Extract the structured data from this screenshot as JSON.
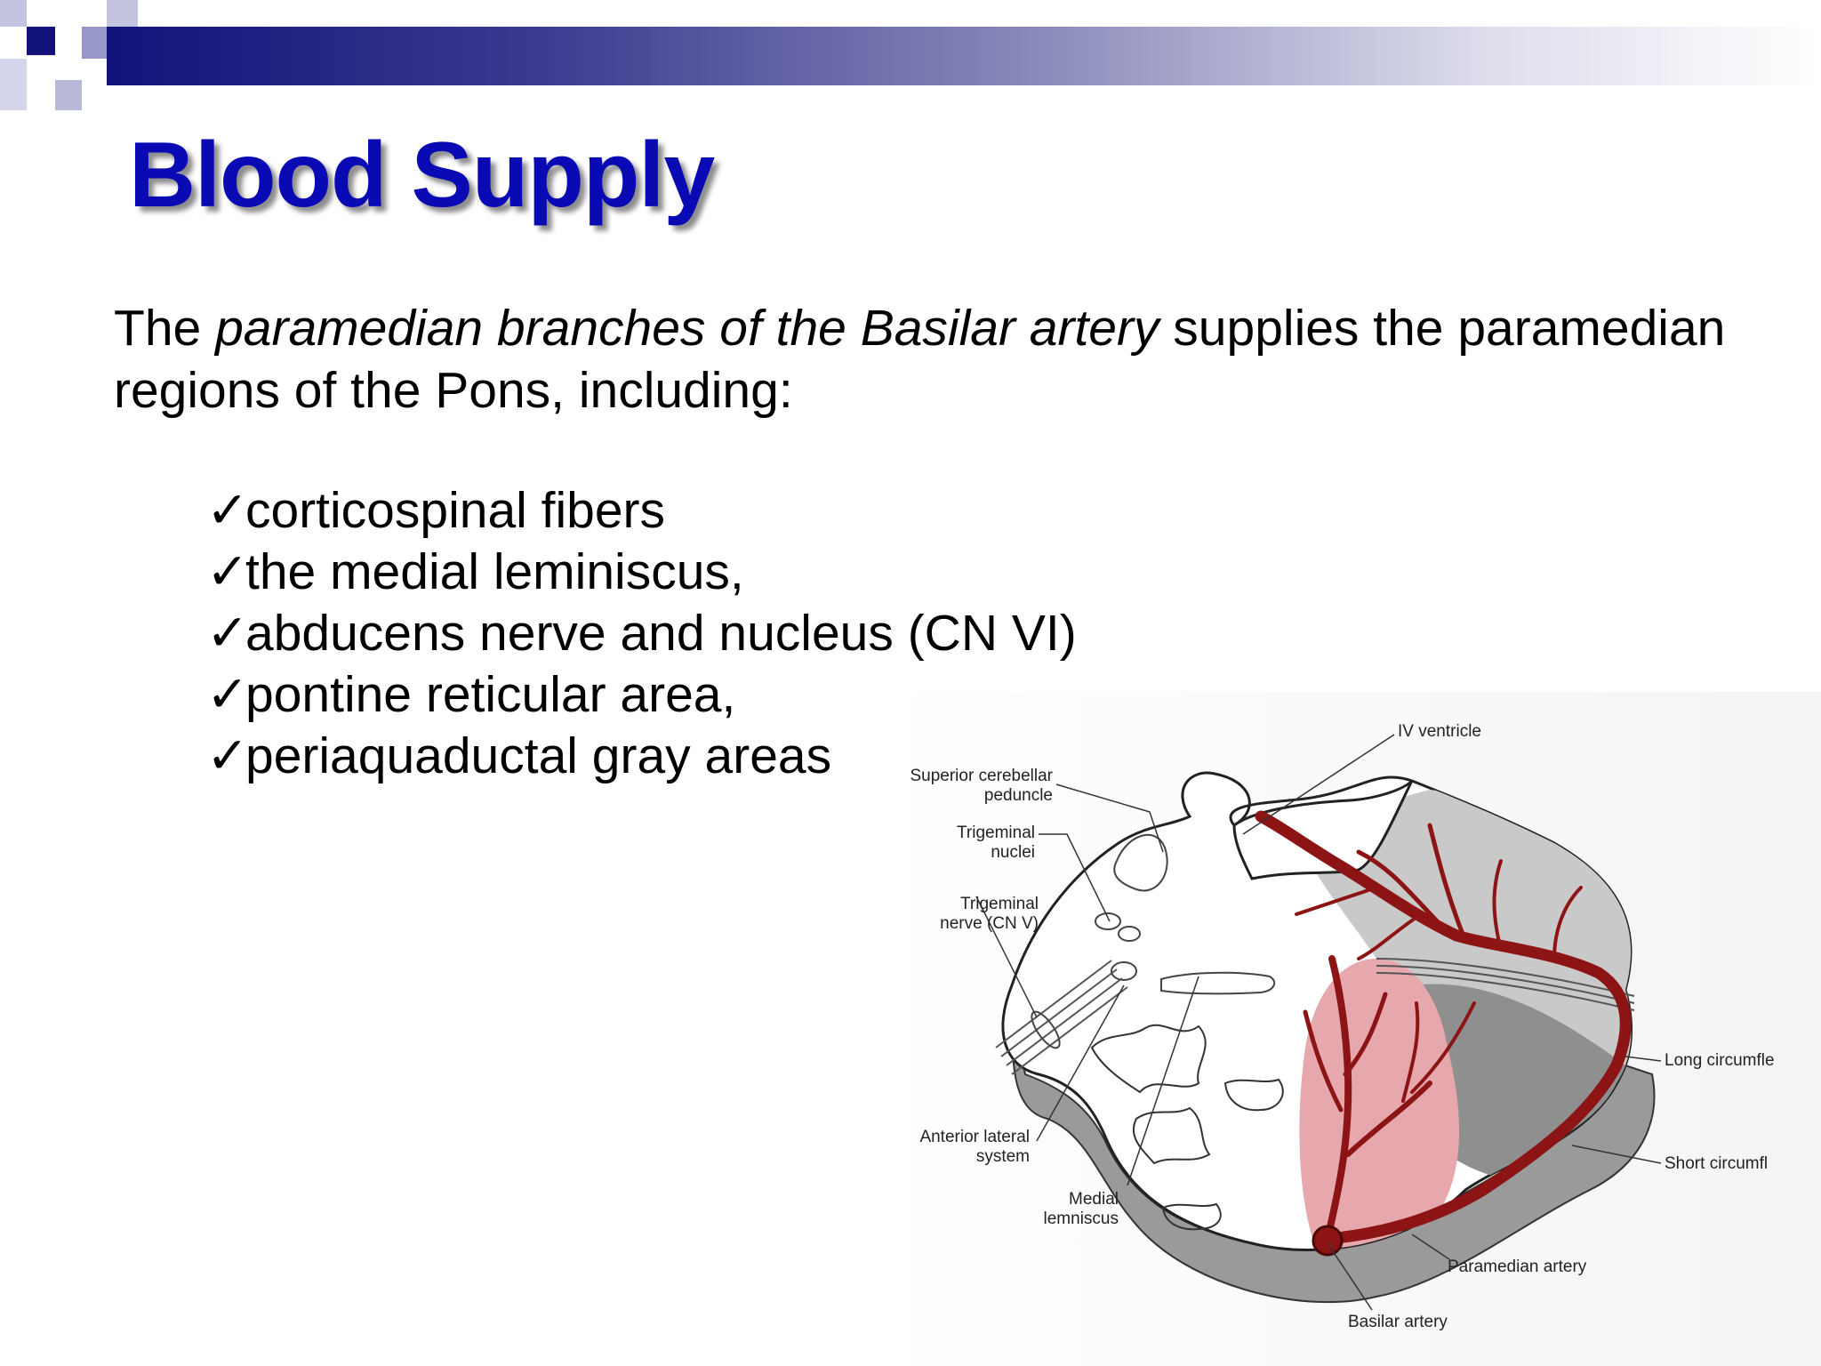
{
  "slide": {
    "title": "Blood Supply",
    "intro_pre": "The ",
    "intro_italic": "paramedian branches of the Basilar artery",
    "intro_post": " supplies the paramedian regions of the Pons, including:",
    "check_glyph": "✓",
    "items": [
      "corticospinal fibers",
      "the medial leminiscus,",
      "abducens nerve and nucleus (CN VI)",
      "pontine reticular area,",
      "periaquaductal gray areas"
    ]
  },
  "figure": {
    "labels": {
      "iv_ventricle": "IV ventricle",
      "superior_cerebellar_1": "Superior cerebellar",
      "superior_cerebellar_2": "peduncle",
      "trigeminal_nuclei_1": "Trigeminal",
      "trigeminal_nuclei_2": "nuclei",
      "trigeminal_nerve_1": "Trigeminal",
      "trigeminal_nerve_2": "nerve (CN V)",
      "anterior_lateral_1": "Anterior lateral",
      "anterior_lateral_2": "system",
      "medial_lemniscus_1": "Medial",
      "medial_lemniscus_2": "lemniscus",
      "long_circumflex": "Long circumfle",
      "short_circumflex": "Short circumfl",
      "paramedian_artery": "Paramedian artery",
      "basilar_artery": "Basilar artery"
    },
    "colors": {
      "artery": "#8c1414",
      "paramedian_zone": "#e6a7ad",
      "short_zone": "#8f8f8f",
      "long_zone": "#c9c9c9"
    }
  }
}
